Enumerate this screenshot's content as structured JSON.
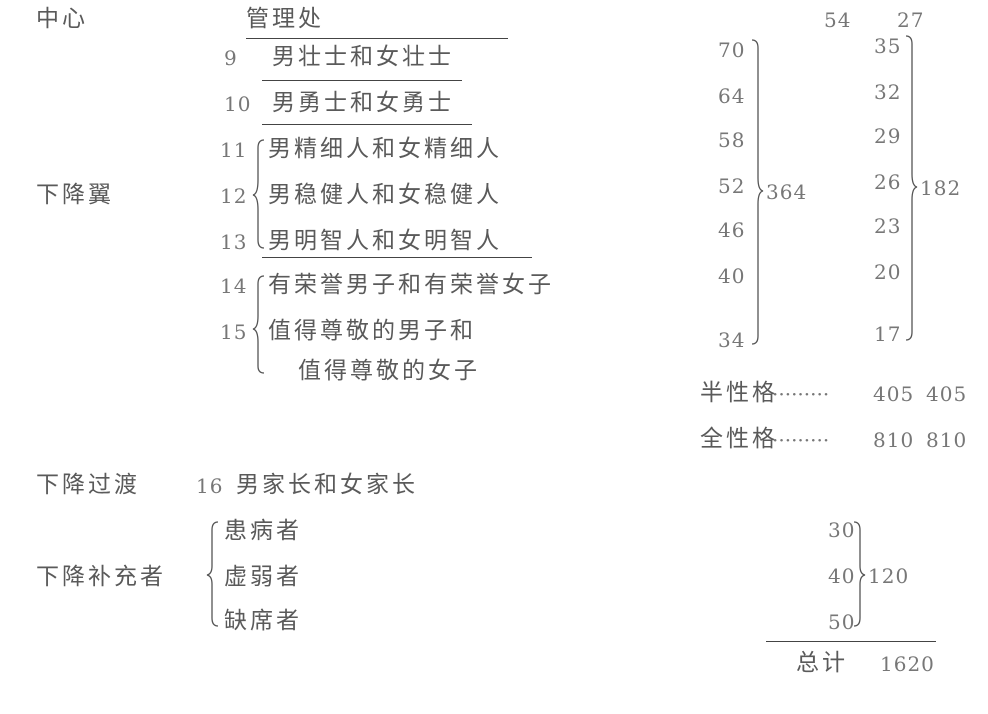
{
  "header": {
    "left": "中心",
    "mid": "管理处",
    "col_a": "54",
    "col_b": "27"
  },
  "rows": [
    {
      "num": "9",
      "text": "男壮士和女壮士"
    },
    {
      "num": "10",
      "text": "男勇士和女勇士"
    },
    {
      "num": "11",
      "text": "男精细人和女精细人"
    },
    {
      "num": "12",
      "text": "男稳健人和女稳健人"
    },
    {
      "num": "13",
      "text": "男明智人和女明智人"
    },
    {
      "num": "14",
      "text": "有荣誉男子和有荣誉女子"
    },
    {
      "num": "15",
      "text": "值得尊敬的男子和"
    },
    {
      "num": "",
      "text": "值得尊敬的女子"
    }
  ],
  "group_label": "下降翼",
  "col_a_values": [
    "70",
    "64",
    "58",
    "52",
    "46",
    "40",
    "34"
  ],
  "col_a_sum": "364",
  "col_b_values": [
    "35",
    "32",
    "29",
    "26",
    "23",
    "20",
    "17"
  ],
  "col_b_sum": "182",
  "half": {
    "label": "半性格",
    "dots": "·········",
    "v1": "405",
    "v2": "405"
  },
  "full": {
    "label": "全性格",
    "dots": "·········",
    "v1": "810",
    "v2": "810"
  },
  "transition": {
    "label": "下降过渡",
    "num": "16",
    "text": "男家长和女家长"
  },
  "supplement": {
    "label": "下降补充者",
    "items": [
      "患病者",
      "虚弱者",
      "缺席者"
    ],
    "values": [
      "30",
      "40",
      "50"
    ],
    "sum": "120"
  },
  "total": {
    "label": "总计",
    "value": "1620"
  }
}
